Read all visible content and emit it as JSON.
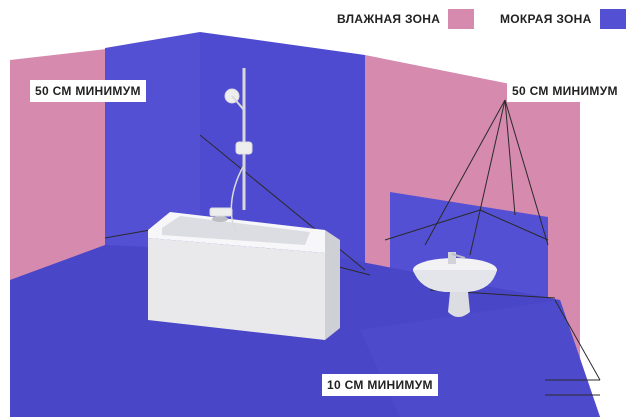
{
  "legend": {
    "wet": {
      "label": "ВЛАЖНАЯ ЗОНА",
      "color": "#d58aae"
    },
    "damp": {
      "label": "МОКРАЯ ЗОНА",
      "color": "#5450d4"
    }
  },
  "annotations": {
    "left_wall": "50 СМ МИНИМУМ",
    "right_wall": "50 СМ МИНИМУМ",
    "floor": "10 СМ МИНИМУМ"
  },
  "colors": {
    "pink_wall": "#d58aae",
    "blue_zone": "#5450d4",
    "blue_dark": "#4641c4",
    "fixture": "#f2f2f2"
  }
}
